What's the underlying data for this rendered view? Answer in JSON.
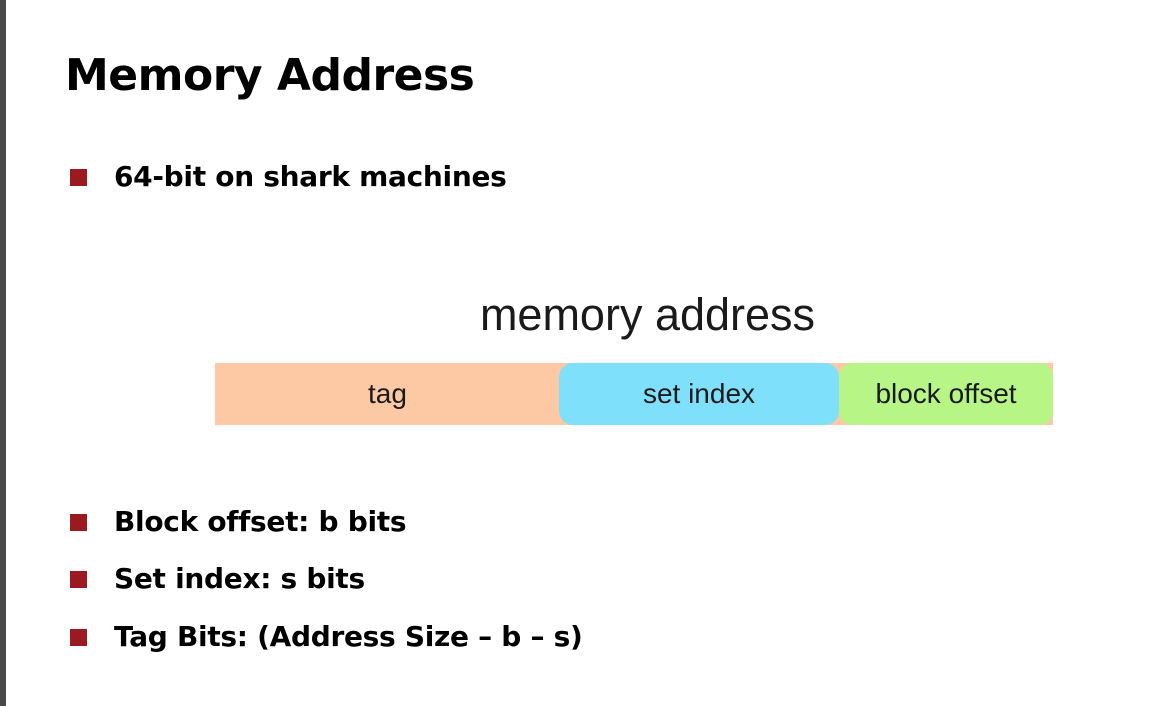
{
  "slide": {
    "title": "Memory Address",
    "bullet_color": "#9b1a21",
    "intro_bullet": "64-bit on shark machines",
    "diagram": {
      "caption": "memory address",
      "segments": [
        {
          "label": "tag",
          "color": "#fcc9a4"
        },
        {
          "label": "set index",
          "color": "#7fe0fb"
        },
        {
          "label": "block offset",
          "color": "#b6f586"
        }
      ]
    },
    "details": [
      "Block offset:  b bits",
      "Set index:  s bits",
      "Tag Bits: (Address Size – b – s)"
    ]
  }
}
